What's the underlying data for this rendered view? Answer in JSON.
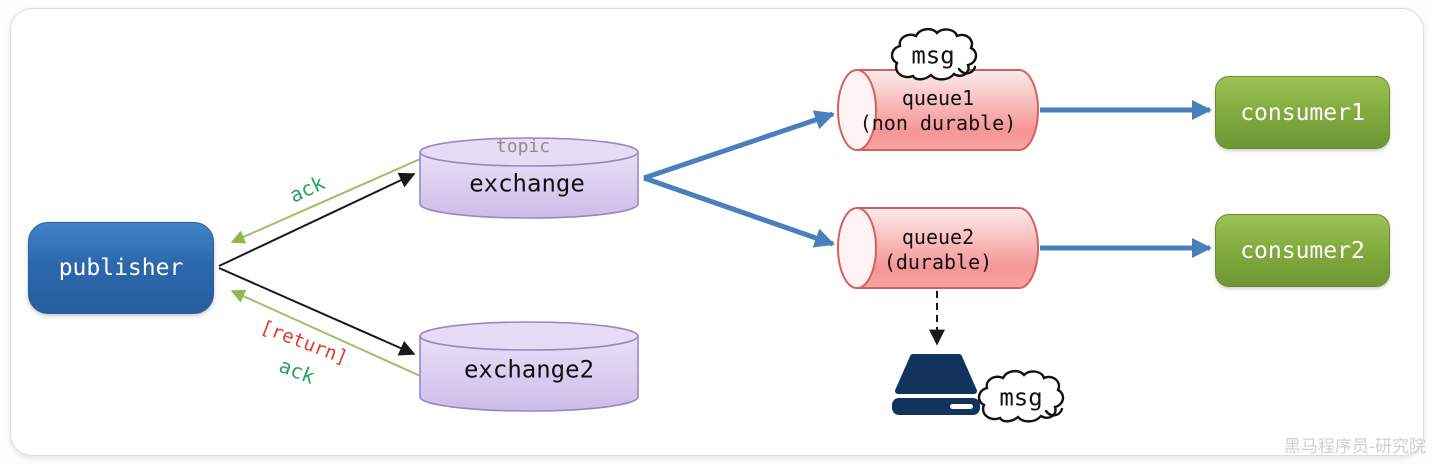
{
  "nodes": {
    "publisher": {
      "label": "publisher"
    },
    "exchange": {
      "badge": "topic",
      "label": "exchange"
    },
    "exchange2": {
      "label": "exchange2"
    },
    "queue1": {
      "label": "queue1",
      "sublabel": "(non durable)"
    },
    "queue2": {
      "label": "queue2",
      "sublabel": "(durable)"
    },
    "consumer1": {
      "label": "consumer1"
    },
    "consumer2": {
      "label": "consumer2"
    },
    "msg_cloud_top": {
      "label": "msg"
    },
    "msg_cloud_disk": {
      "label": "msg"
    }
  },
  "edge_labels": {
    "ack_top": "ack",
    "return_bottom": "[return]",
    "ack_bottom": "ack"
  },
  "watermark": "黑马程序员-研究院",
  "colors": {
    "publisher_blue": "#2d68ad",
    "consumer_green": "#84ad3f",
    "exchange_purple": "#d9cdef",
    "queue_pink": "#f69c9d",
    "arrow_blue": "#4b7fbc",
    "ack_arrow_green": "#9cc161",
    "ack_text_green": "#27a35f",
    "return_red": "#e13b32",
    "disk_navy": "#13335f"
  }
}
